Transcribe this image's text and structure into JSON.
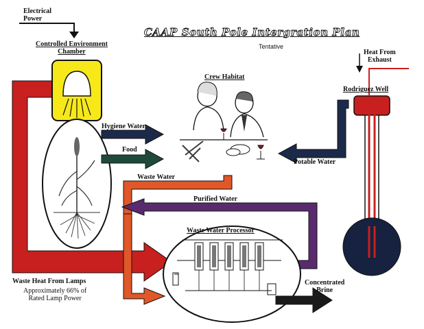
{
  "title": "CAAP South Pole Intergration Plan",
  "subtitle": "Tentative",
  "labels": {
    "electrical_power": [
      "Electrical",
      "Power"
    ],
    "chamber": [
      "Controlled Environment",
      "Chamber"
    ],
    "crew_habitat": "Crew Habitat",
    "heat_from_exhaust": [
      "Heat From",
      "Exhaust"
    ],
    "rodriguez_well": "Rodriguez Well",
    "hygiene_water": "Hygiene Water",
    "food": "Food",
    "potable_water": "Potable Water",
    "waste_water": "Waste Water",
    "purified_water": "Purified Water",
    "waste_water_processor": "Waste Water Processor",
    "waste_heat": "Waste Heat From Lamps",
    "waste_heat_note": [
      "Approximately 66% of",
      "Rated Lamp Power"
    ],
    "concentrated_brine": [
      "Concentrated",
      "Brine"
    ]
  },
  "colors": {
    "red_arrow": "#c8201e",
    "orange_arrow": "#e0572a",
    "navy_arrow": "#1c2a4a",
    "green_arrow": "#1f4a3a",
    "purple_arrow": "#5a2a6e",
    "chamber_fill": "#f7e81a",
    "well_top": "#c8201e",
    "well_bulb": "#16223f",
    "black_arrow": "#1a1a1a"
  }
}
